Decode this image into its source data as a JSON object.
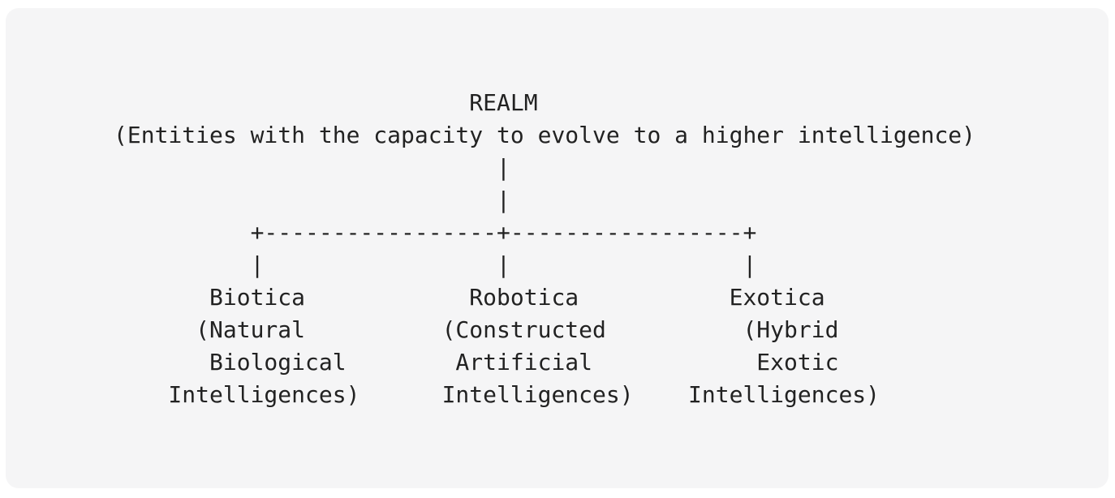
{
  "page": {
    "background_color": "#ffffff"
  },
  "card": {
    "background_color": "#f5f5f6",
    "text_color": "#222222"
  },
  "diagram": {
    "type": "ascii-tree",
    "root": {
      "label": "REALM",
      "description": "(Entities with the capacity to evolve to a higher intelligence)"
    },
    "children": [
      {
        "label": "Biotica",
        "description": "(Natural Biological Intelligences)"
      },
      {
        "label": "Robotica",
        "description": "(Constructed Artificial Intelligences)"
      },
      {
        "label": "Exotica",
        "description": "(Hybrid Exotic Intelligences)"
      }
    ],
    "ascii_lines": [
      "                          REALM",
      "(Entities with the capacity to evolve to a higher intelligence)",
      "                            |",
      "                            |",
      "          +-----------------+-----------------+",
      "          |                 |                 |",
      "       Biotica            Robotica           Exotica",
      "      (Natural          (Constructed          (Hybrid",
      "       Biological        Artificial            Exotic",
      "    Intelligences)      Intelligences)    Intelligences)"
    ]
  }
}
